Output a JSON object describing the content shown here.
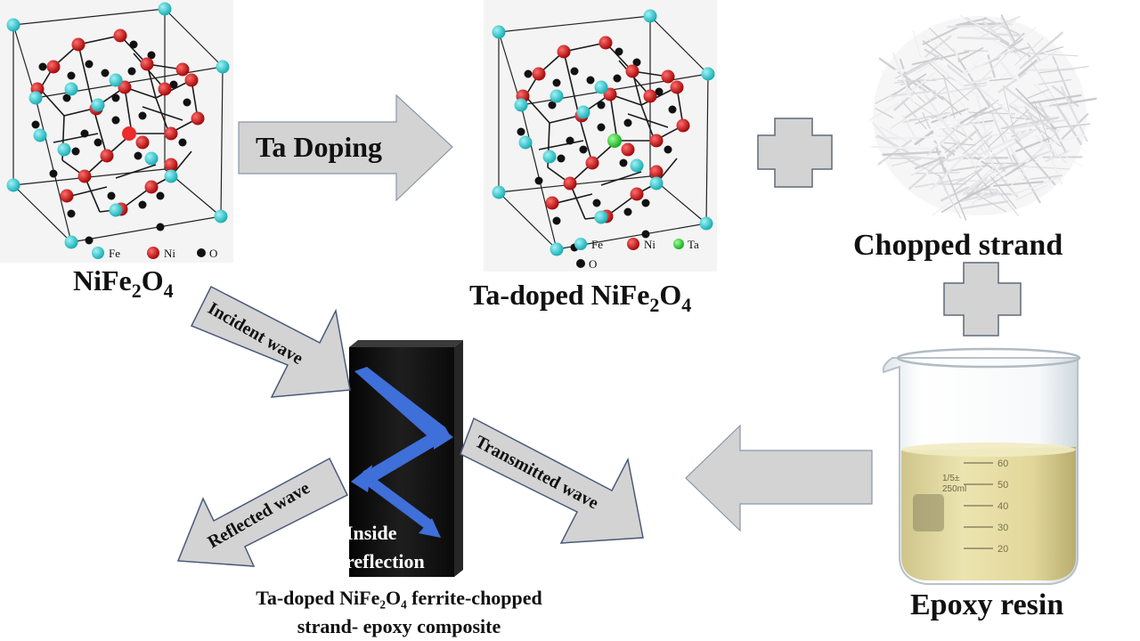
{
  "labels": {
    "ta_doping": "Ta Doping",
    "chopped_strand": "Chopped strand",
    "epoxy_resin": "Epoxy resin",
    "incident_wave": "Incident wave",
    "transmitted_wave": "Transmitted wave",
    "reflected_wave": "Reflected wave",
    "inside": "Inside",
    "reflection": "reflection",
    "composite_line1": "Ta-doped NiFe₂O₄ ferrite-chopped",
    "composite_line2": "strand- epoxy composite"
  },
  "formula_nife2o4": {
    "a": "NiFe",
    "b": "2",
    "c": "O",
    "d": "4"
  },
  "formula_ta_doped": {
    "a": "Ta-doped NiFe",
    "b": "2",
    "c": "O",
    "d": "4"
  },
  "legend_pure": {
    "fe": "Fe",
    "ni": "Ni",
    "o": "O"
  },
  "legend_doped": {
    "fe": "Fe",
    "ni": "Ni",
    "ta": "Ta",
    "o": "O"
  },
  "beaker_marks": [
    "60",
    "50",
    "40",
    "30",
    "20"
  ],
  "beaker_text": [
    "1/5±",
    "250ml"
  ],
  "colors": {
    "fe": "#19c2c9",
    "ni": "#d10a0a",
    "o": "#111111",
    "ta": "#19c21c",
    "arrow_gray": "#d3d3d3",
    "wave_blue": "#3f6fd8",
    "composite_block": "#151515"
  }
}
